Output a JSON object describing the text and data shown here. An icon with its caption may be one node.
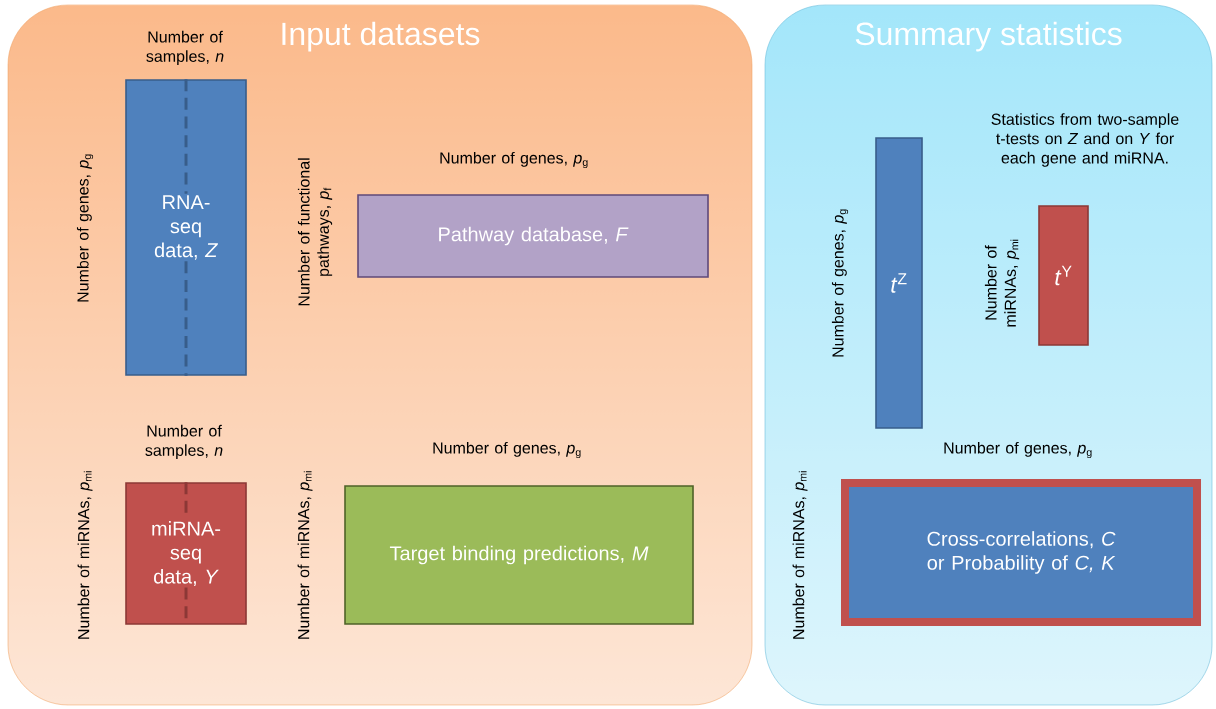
{
  "diagram": {
    "nodes": [
      {
        "text": [
          "Input datasets"
        ]
      },
      {
        "text": [
          "RNA-seq data, *Z*"
        ],
        "in": 0,
        "beside": [
          "Number of samples, *n*",
          "Number of genes, *p*$_{g}$"
        ]
      },
      {
        "text": [
          "Pathway database, *F*"
        ],
        "in": 0,
        "beside": [
          "Number of genes, *p*$_{g}$",
          "Number of functional pathways, *p*$_{f}$"
        ]
      },
      {
        "text": [
          "miRNA-seq data, *Y*"
        ],
        "in": 0,
        "beside": [
          "Number of samples, *n*",
          "Number of miRNAs, *p*$_{mi}$"
        ]
      },
      {
        "text": [
          "Target binding predictions, *M*"
        ],
        "in": 0,
        "beside": [
          "Number of genes, *p*$_{g}$",
          "Number of miRNAs, *p*$_{mi}$"
        ]
      },
      {
        "text": [
          "Summary statistics"
        ]
      },
      {
        "text": [
          "*t*$^{Z}$"
        ],
        "in": 5,
        "beside": [
          "Number of genes, *p*$_{g}$"
        ]
      },
      {
        "text": [
          "*t*$^{Y}$"
        ],
        "in": 5,
        "beside": [
          "Number of miRNAs, *p*$_{mi}$"
        ]
      },
      {
        "text": [
          "Cross-correlations, *C* or Probability of *C, K*"
        ],
        "in": 5,
        "beside": [
          "Number of genes, *p*$_{g}$",
          "Number of miRNAs, *p*$_{mi}$"
        ]
      }
    ],
    "labels": [
      "Statistics from two-sample t-tests on *Z* and on *Y* for each gene and miRNA."
    ]
  }
}
